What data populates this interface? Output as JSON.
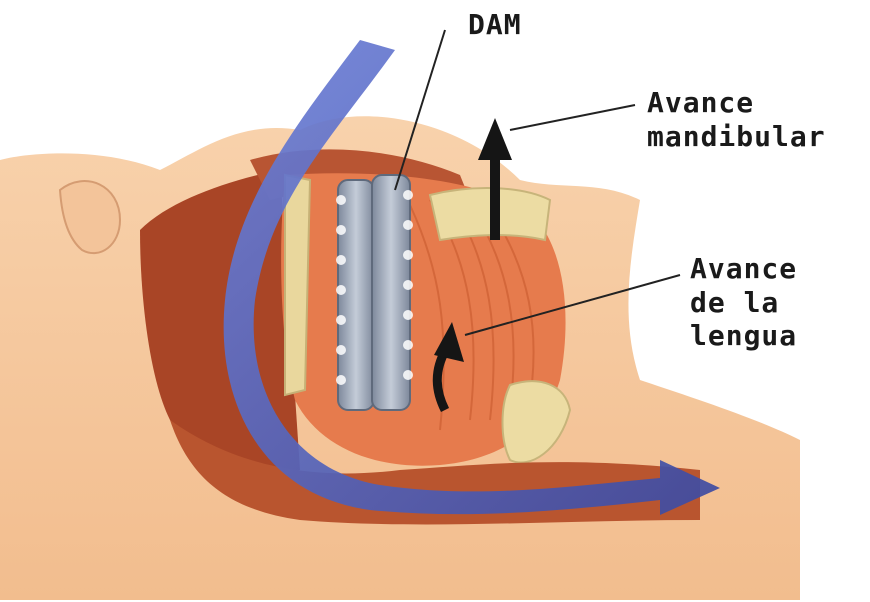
{
  "labels": {
    "dam": "DAM",
    "mandibular": [
      "Avance",
      "mandibular"
    ],
    "lengua": [
      "Avance",
      "de la",
      "lengua"
    ]
  },
  "colors": {
    "skin": "#f6c9a0",
    "skin_dark": "#c97a4e",
    "tissue": "#b54a24",
    "muscle": "#e5784a",
    "airway": "#4e5fb7",
    "device": "#98a3b4",
    "bone": "#ecdca3",
    "arrow": "#151515"
  },
  "icons": {
    "arrow_mandibular": "arrow-up-icon",
    "arrow_tongue": "arrow-up-icon"
  }
}
